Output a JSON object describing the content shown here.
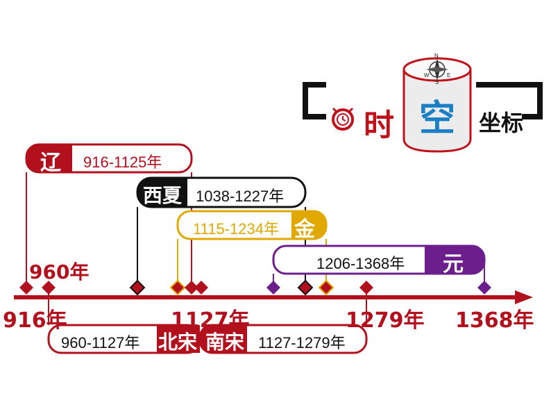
{
  "title": {
    "shi": "时",
    "kong": "空",
    "zuobiao": "坐标"
  },
  "compass": {
    "n": "N",
    "s": "S",
    "e": "E",
    "w": "W"
  },
  "colors": {
    "liao": "#b3101e",
    "xixia": "#111111",
    "jin": "#e0a800",
    "yuan": "#6b1e8c",
    "song": "#b3101e",
    "axis": "#b3101e"
  },
  "dynasties": [
    {
      "name": "辽",
      "range": "916-1125年"
    },
    {
      "name": "西夏",
      "range": "1038-1227年"
    },
    {
      "name": "金",
      "range": "1115-1234年"
    },
    {
      "name": "元",
      "range": "1206-1368年"
    },
    {
      "name": "北宋",
      "range": "960-1127年"
    },
    {
      "name": "南宋",
      "range": "1127-1279年"
    }
  ],
  "axis_labels": {
    "y916": "916年",
    "y960": "960年",
    "y1127": "1127年",
    "y1279": "1279年",
    "y1368": "1368年"
  }
}
